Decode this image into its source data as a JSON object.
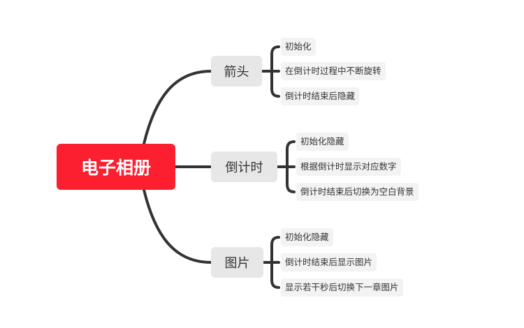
{
  "mindmap": {
    "root": {
      "label": "电子相册",
      "color": "#fb1f2f"
    },
    "branch_color": "#e7e7e7",
    "line_color": "#333333",
    "branches": [
      {
        "label": "箭头",
        "children": [
          "初始化",
          "在倒计时过程中不断旋转",
          "倒计时结束后隐藏"
        ]
      },
      {
        "label": "倒计时",
        "children": [
          "初始化隐藏",
          "根据倒计时显示对应数字",
          "倒计时结束后切换为空白背景"
        ]
      },
      {
        "label": "图片",
        "children": [
          "初始化隐藏",
          "倒计时结束后显示图片",
          "显示若干秒后切换下一章图片"
        ]
      }
    ]
  }
}
